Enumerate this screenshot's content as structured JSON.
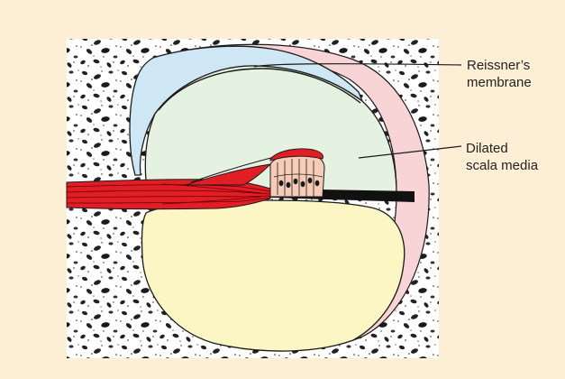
{
  "figure": {
    "background_color": "#fdefd6",
    "bone_color": "#ffffff",
    "labels": {
      "reissner_line1": "Reissner’s",
      "reissner_line2": "membrane",
      "scala_line1": "Dilated",
      "scala_line2": "scala media"
    },
    "colors": {
      "scala_vestibuli": "#cfe6f5",
      "scala_media": "#e6f2e1",
      "scala_tympani": "#fbf6c4",
      "spiral_ligament": "#f9d4d6",
      "nerve": "#e11d26",
      "outline": "#1a1a1a"
    }
  }
}
